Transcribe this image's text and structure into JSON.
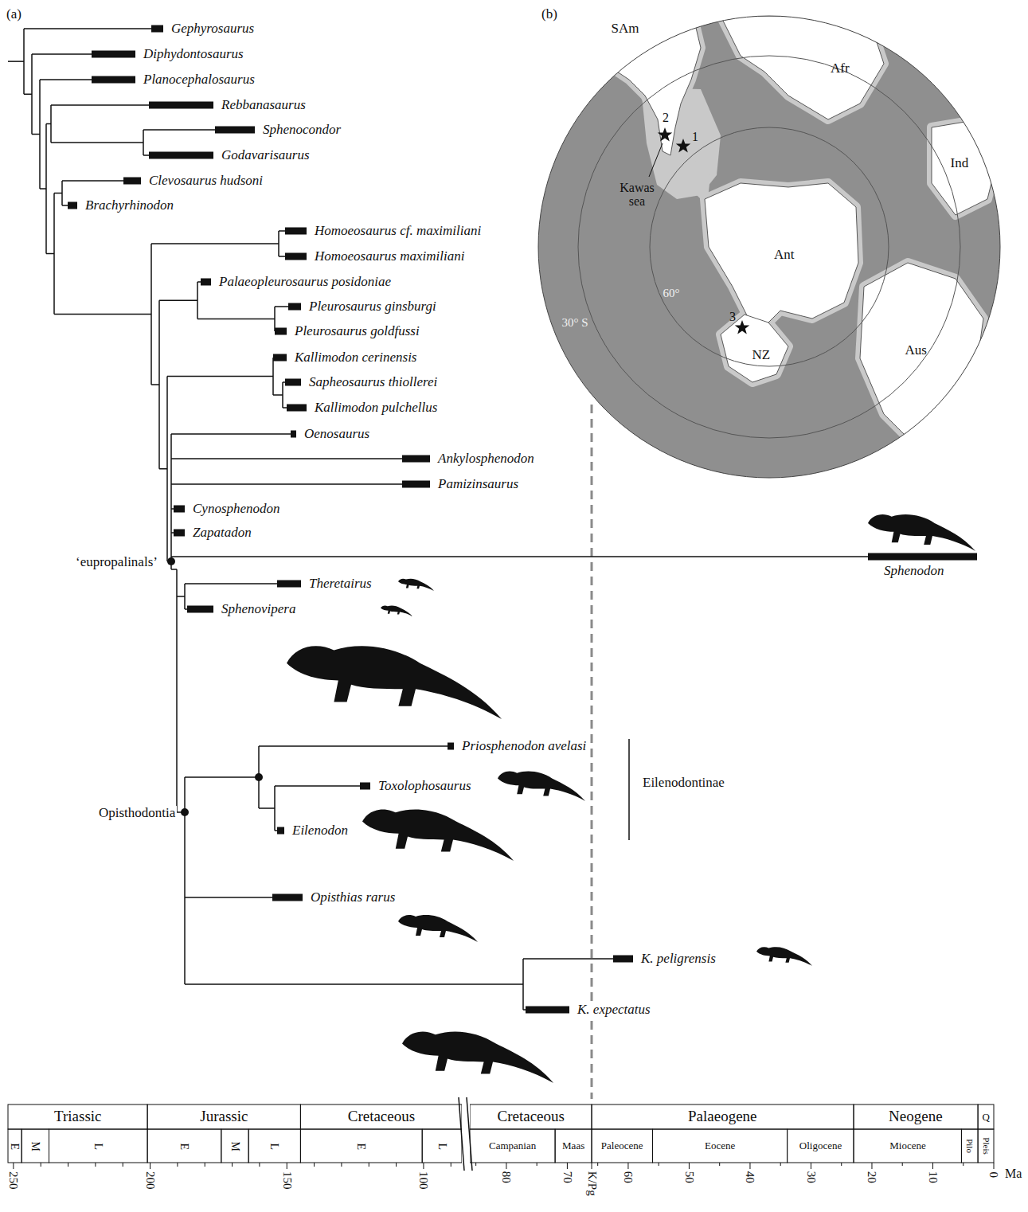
{
  "diagram": {
    "labels": [
      "(a)",
      "(b)",
      "Gephyrosaurus",
      "Diphydontosaurus",
      "Planocephalosaurus",
      "Rebbanasaurus",
      "Sphenocondor",
      "Godavarisaurus",
      "Clevosaurus hudsoni",
      "Brachyrhinodon",
      "Homoeosaurus cf. maximiliani",
      "Homoeosaurus maximiliani",
      "Palaeopleurosaurus posidoniae",
      "Pleurosaurus ginsburgi",
      "Pleurosaurus goldfussi",
      "Kallimodon cerinensis",
      "Sapheosaurus thiollerei",
      "Kallimodon pulchellus",
      "Oenosaurus",
      "Ankylosphenodon",
      "Pamizinsaurus",
      "Cynosphenodon",
      "Zapatadon",
      "Sphenodon",
      "‘eupropalinals’",
      "Theretairus",
      "Sphenovipera",
      "Priosphenodon avelasi",
      "Eilenodontinae",
      "Toxolophosaurus",
      "Eilenodon",
      "Opisthodontia",
      "Opisthias rarus",
      "K. peligrensis",
      "K. expectatus",
      "SAm",
      "Afr",
      "Ind",
      "Ant",
      "Aus",
      "NZ",
      "Kawas sea",
      "60°",
      "30° S",
      "1",
      "2",
      "3",
      "Triassic",
      "Jurassic",
      "Cretaceous",
      "Cretaceous",
      "Palaeogene",
      "Neogene",
      "Q",
      "E",
      "M",
      "L",
      "E",
      "M",
      "L",
      "E",
      "L",
      "Campanian",
      "Maas",
      "Paleocene",
      "Eocene",
      "Oligocene",
      "Miocene",
      "Pilo",
      "Pleis",
      "250",
      "200",
      "150",
      "100",
      "80",
      "70",
      "K/Pg",
      "60",
      "50",
      "40",
      "30",
      "20",
      "10",
      "0",
      "Ma"
    ]
  }
}
